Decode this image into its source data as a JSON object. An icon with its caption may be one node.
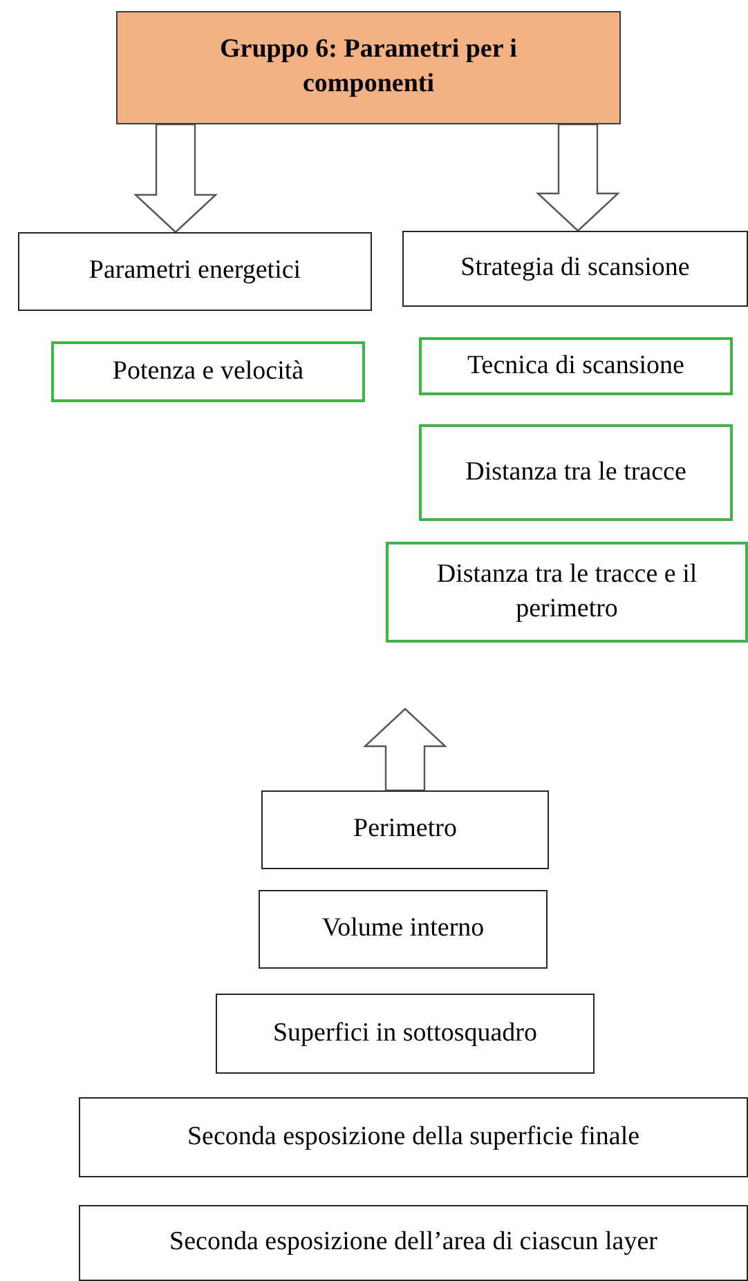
{
  "diagram": {
    "nodes": [
      {
        "text": [
          "Gruppo 6: Parametri per i componenti"
        ]
      },
      {
        "text": [
          "Parametri energetici"
        ]
      },
      {
        "text": [
          "Strategia di scansione"
        ]
      },
      {
        "text": [
          "Potenza e velocità"
        ]
      },
      {
        "text": [
          "Tecnica di scansione"
        ]
      },
      {
        "text": [
          "Distanza tra le tracce"
        ]
      },
      {
        "text": [
          "Distanza tra le tracce e il perimetro"
        ]
      },
      {
        "text": [
          "Perimetro"
        ]
      },
      {
        "text": [
          "Volume interno"
        ]
      },
      {
        "text": [
          "Superfici in sottosquadro"
        ]
      },
      {
        "text": [
          "Seconda esposizione della superficie finale"
        ]
      },
      {
        "text": [
          "Seconda esposizione dell’area di ciascun layer"
        ]
      }
    ],
    "edges": [
      {
        "from": 0,
        "to": 1,
        "arrow": "to"
      },
      {
        "from": 0,
        "to": 2,
        "arrow": "to"
      },
      {
        "from": 7,
        "to": null,
        "arrow": "to"
      }
    ]
  }
}
